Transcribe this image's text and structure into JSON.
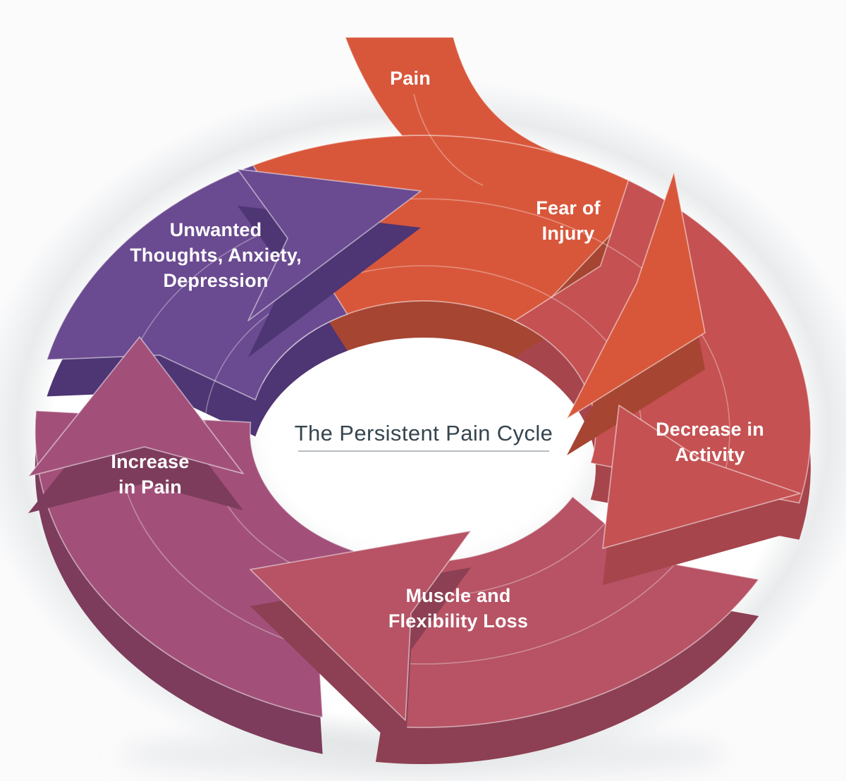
{
  "title": {
    "text": "The Persistent Pain Cycle"
  },
  "palette": {
    "background": "#FFFFFF",
    "halo": "#E9EBEC",
    "title_text": "#36454F",
    "divider": "#B6BCC1",
    "label_text": "#FFFFFF",
    "highlight_line": "#FFFFFF"
  },
  "cycle": {
    "arrows": [
      {
        "name": "pain-and-fear-of-injury",
        "color": "#D8573B",
        "side_color": "#A64532"
      },
      {
        "name": "decrease-in-activity",
        "color": "#C55152",
        "side_color": "#A6454C"
      },
      {
        "name": "muscle-and-flexibility-loss",
        "color": "#B75365",
        "side_color": "#8D4053"
      },
      {
        "name": "increase-in-pain",
        "color": "#A25079",
        "side_color": "#7D3C5C"
      },
      {
        "name": "unwanted-thoughts-anxiety-depression",
        "color": "#6A4A90",
        "side_color": "#4E3574"
      }
    ],
    "labels": [
      {
        "id": "pain",
        "lines": [
          "Pain"
        ]
      },
      {
        "id": "fear-of-injury",
        "lines": [
          "Fear of",
          "Injury"
        ]
      },
      {
        "id": "decrease-in-activity",
        "lines": [
          "Decrease in",
          "Activity"
        ]
      },
      {
        "id": "muscle-and-flexibility-loss",
        "lines": [
          "Muscle and",
          "Flexibility Loss"
        ]
      },
      {
        "id": "increase-in-pain",
        "lines": [
          "Increase",
          "in Pain"
        ]
      },
      {
        "id": "unwanted-thoughts-anxiety-depression",
        "lines": [
          "Unwanted",
          "Thoughts, Anxiety,",
          "Depression"
        ]
      }
    ]
  }
}
